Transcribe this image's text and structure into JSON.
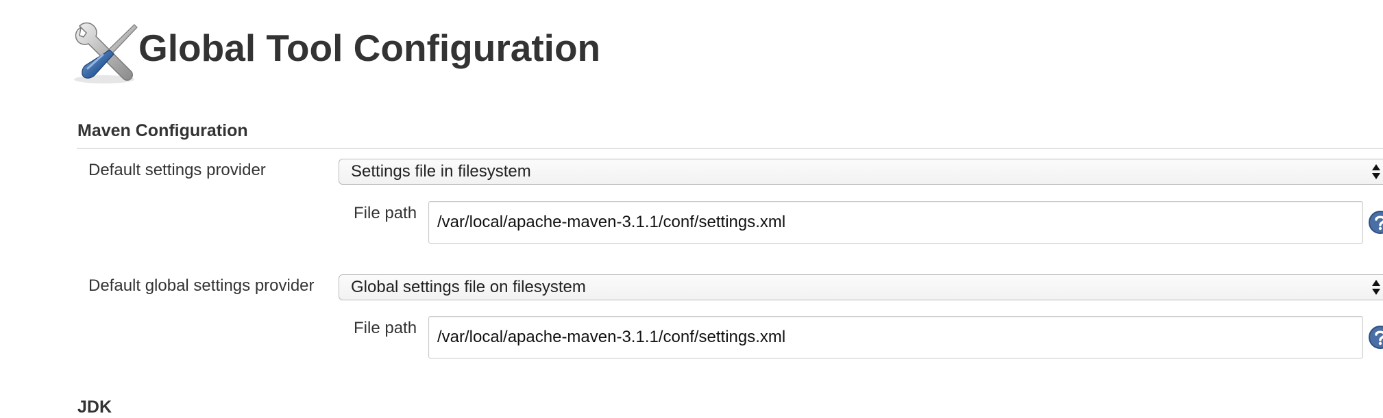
{
  "page": {
    "title": "Global Tool Configuration",
    "icon": "tools-icon"
  },
  "maven_configuration": {
    "header": "Maven Configuration",
    "default_settings": {
      "label": "Default settings provider",
      "selected": "Settings file in filesystem",
      "file_path_label": "File path",
      "file_path_value": "/var/local/apache-maven-3.1.1/conf/settings.xml"
    },
    "default_global_settings": {
      "label": "Default global settings provider",
      "selected": "Global settings file on filesystem",
      "file_path_label": "File path",
      "file_path_value": "/var/local/apache-maven-3.1.1/conf/settings.xml"
    }
  },
  "jdk": {
    "header": "JDK"
  },
  "icons": {
    "help": "help-icon",
    "select_arrows": "chevron-updown-icon"
  },
  "colors": {
    "text": "#333333",
    "help_icon": "#4a6fa5"
  }
}
